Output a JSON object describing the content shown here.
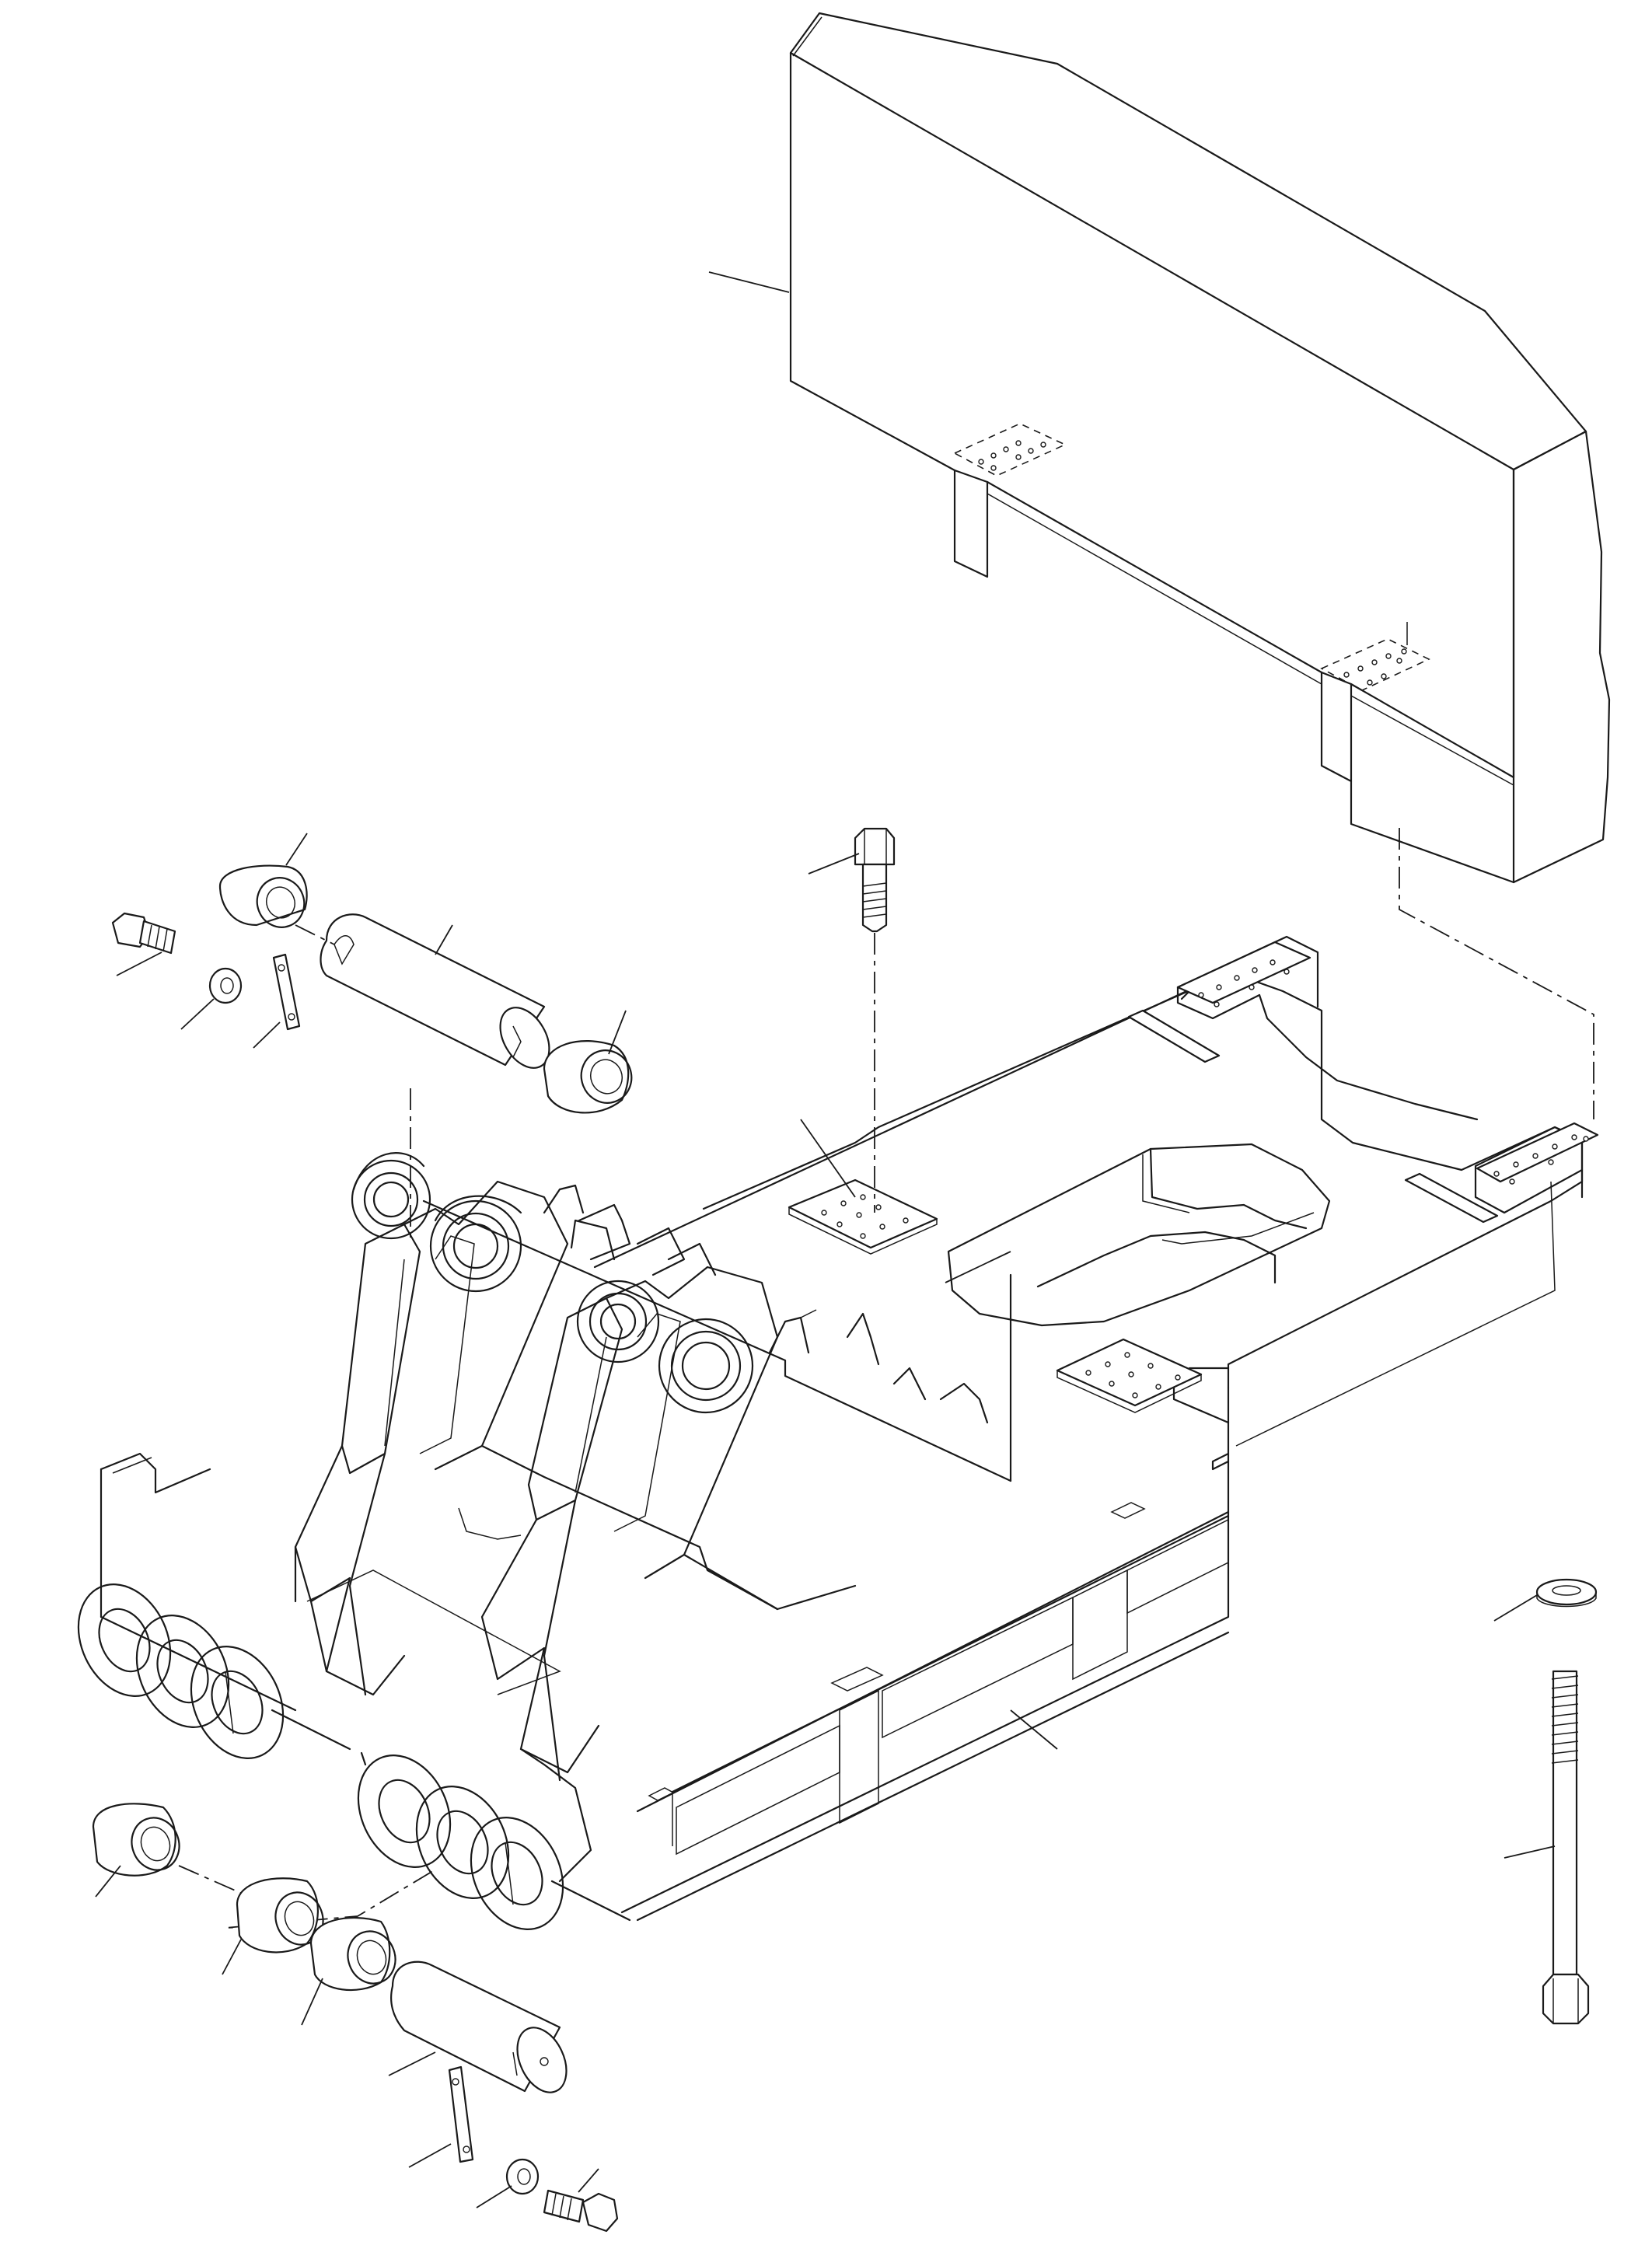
{
  "drawing": {
    "type": "exploded parts diagram",
    "components": [
      {
        "name": "counterweight",
        "icon": "counterweight-block"
      },
      {
        "name": "main-frame",
        "icon": "frame-weldment"
      },
      {
        "name": "upper-pin-assembly",
        "icon": "pin-with-bushings"
      },
      {
        "name": "lower-pin-assembly",
        "icon": "pin-with-bushings"
      },
      {
        "name": "center-bolt",
        "icon": "hex-bolt"
      },
      {
        "name": "counterweight-long-bolt",
        "icon": "long-hex-bolt"
      },
      {
        "name": "washer",
        "icon": "flat-washer"
      }
    ],
    "line_color": "#1a1a1a",
    "background_color": "#ffffff"
  }
}
